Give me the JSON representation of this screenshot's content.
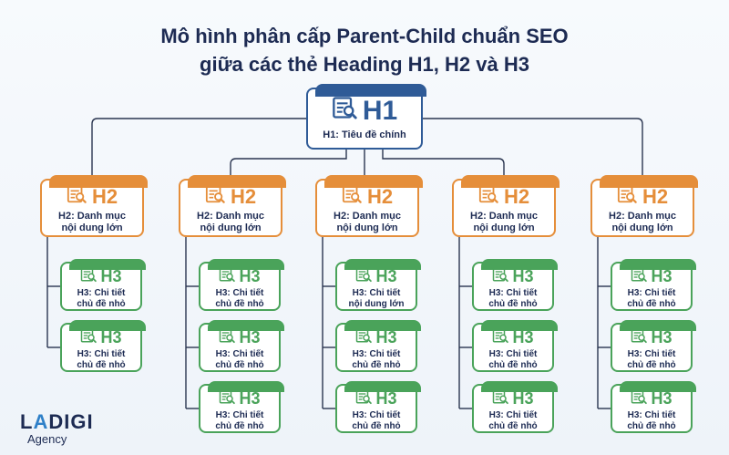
{
  "title": {
    "line1": "Mô hình phân cấp Parent-Child chuẩn SEO",
    "line2": "giữa các thẻ Heading H1, H2 và H3"
  },
  "colors": {
    "h1": "#2f5b97",
    "h2": "#e58e3a",
    "h3": "#4aa35a",
    "text": "#1d2b53"
  },
  "icon": "document-magnifier-icon",
  "h1": {
    "tag": "H1",
    "label": "H1: Tiêu đề chính"
  },
  "columns": [
    {
      "h2": {
        "tag": "H2",
        "label": [
          "H2: Danh mục",
          "nội dung lớn"
        ]
      },
      "h3": [
        {
          "tag": "H3",
          "label": [
            "H3: Chi tiết",
            "chủ đề nhỏ"
          ]
        },
        {
          "tag": "H3",
          "label": [
            "H3: Chi tiết",
            "chủ đề nhỏ"
          ]
        }
      ]
    },
    {
      "h2": {
        "tag": "H2",
        "label": [
          "H2: Danh mục",
          "nội dung lớn"
        ]
      },
      "h3": [
        {
          "tag": "H3",
          "label": [
            "H3: Chi tiết",
            "chủ đề nhỏ"
          ]
        },
        {
          "tag": "H3",
          "label": [
            "H3: Chi tiết",
            "chủ đề nhỏ"
          ]
        },
        {
          "tag": "H3",
          "label": [
            "H3: Chi tiết",
            "chủ đề nhỏ"
          ]
        }
      ]
    },
    {
      "h2": {
        "tag": "H2",
        "label": [
          "H2: Danh mục",
          "nội dung lớn"
        ]
      },
      "h3": [
        {
          "tag": "H3",
          "label": [
            "H3: Chi tiết",
            "nội dung lớn"
          ]
        },
        {
          "tag": "H3",
          "label": [
            "H3: Chi tiết",
            "chủ đề nhỏ"
          ]
        },
        {
          "tag": "H3",
          "label": [
            "H3: Chi tiết",
            "chủ đề nhỏ"
          ]
        }
      ]
    },
    {
      "h2": {
        "tag": "H2",
        "label": [
          "H2: Danh mục",
          "nội dung lớn"
        ]
      },
      "h3": [
        {
          "tag": "H3",
          "label": [
            "H3: Chi tiết",
            "chủ đề nhỏ"
          ]
        },
        {
          "tag": "H3",
          "label": [
            "H3: Chi tiết",
            "chủ đề nhỏ"
          ]
        },
        {
          "tag": "H3",
          "label": [
            "H3: Chi tiết",
            "chủ đề nhỏ"
          ]
        }
      ]
    },
    {
      "h2": {
        "tag": "H2",
        "label": [
          "H2: Danh mục",
          "nội dung lớn"
        ]
      },
      "h3": [
        {
          "tag": "H3",
          "label": [
            "H3: Chi tiết",
            "chủ đề nhỏ"
          ]
        },
        {
          "tag": "H3",
          "label": [
            "H3: Chi tiết",
            "chủ đề nhỏ"
          ]
        },
        {
          "tag": "H3",
          "label": [
            "H3: Chi tiết",
            "chủ đề nhỏ"
          ]
        }
      ]
    }
  ],
  "logo": {
    "main_a": "L",
    "main_accent": "A",
    "main_b": "DIGI",
    "sub": "Agency"
  }
}
